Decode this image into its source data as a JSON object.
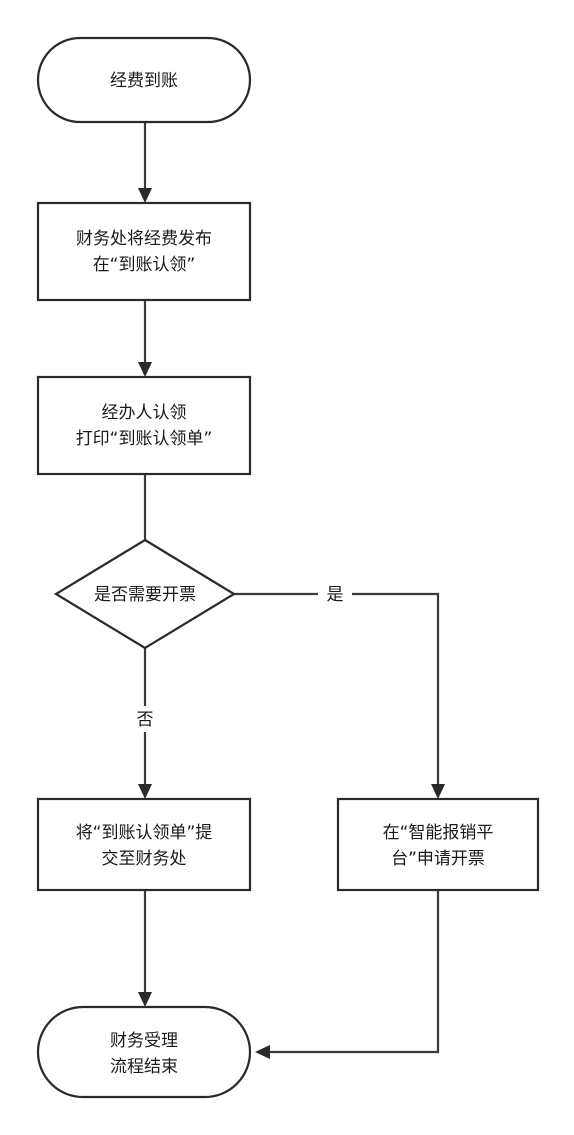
{
  "nodes": {
    "start": {
      "type": "terminal",
      "lines": [
        "经费到账"
      ]
    },
    "publish": {
      "type": "process",
      "lines": [
        "财务处将经费发布",
        "在“到账认领”"
      ]
    },
    "claim": {
      "type": "process",
      "lines": [
        "经办人认领",
        "打印“到账认领单”"
      ]
    },
    "decision": {
      "type": "decision",
      "lines": [
        "是否需要开票"
      ]
    },
    "submit": {
      "type": "process",
      "lines": [
        "将“到账认领单”提",
        "交至财务处"
      ]
    },
    "invoice": {
      "type": "process",
      "lines": [
        "在“智能报销平",
        "台”申请开票"
      ]
    },
    "end": {
      "type": "terminal",
      "lines": [
        "财务受理",
        "流程结束"
      ]
    }
  },
  "edges": {
    "start_publish": {
      "from": "start",
      "to": "publish",
      "label": ""
    },
    "publish_claim": {
      "from": "publish",
      "to": "claim",
      "label": ""
    },
    "claim_decision": {
      "from": "claim",
      "to": "decision",
      "label": ""
    },
    "decision_yes": {
      "from": "decision",
      "to": "invoice",
      "label": "是"
    },
    "decision_no": {
      "from": "decision",
      "to": "submit",
      "label": "否"
    },
    "submit_end": {
      "from": "submit",
      "to": "end",
      "label": ""
    },
    "invoice_end": {
      "from": "invoice",
      "to": "end",
      "label": ""
    }
  }
}
